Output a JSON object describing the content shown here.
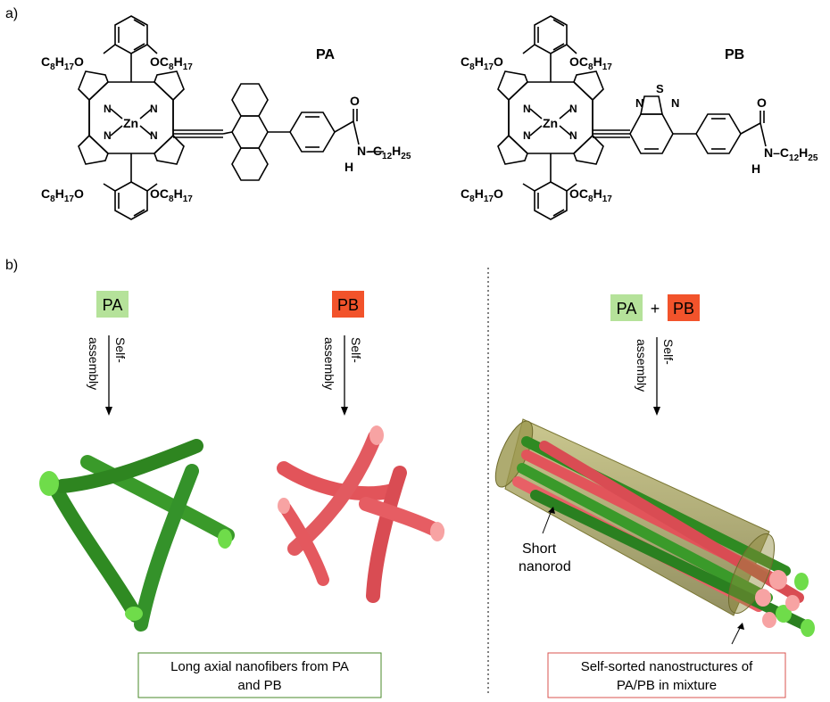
{
  "panel_a": {
    "label": "a)",
    "molecule_pa": {
      "name": "PA",
      "substituents": {
        "oc8h17": "OC",
        "c8h17o": "C",
        "sub_8": "8",
        "sub_17": "17",
        "o": "O"
      },
      "metal": "Zn",
      "n": "N",
      "amide": {
        "o": "O",
        "nh": "N",
        "h": "H",
        "chain": "C",
        "sub_12": "12",
        "sub_25": "25"
      }
    },
    "molecule_pb": {
      "name": "PB",
      "metal": "Zn",
      "thiadiazole": {
        "s": "S",
        "n": "N"
      }
    }
  },
  "panel_b": {
    "label": "b)",
    "pa_badge": "PA",
    "pb_badge": "PB",
    "plus": "+",
    "arrow_label_1": "Self-",
    "arrow_label_2": "assembly",
    "nanorod_label_1": "Short",
    "nanorod_label_2": "nanorod",
    "caption_left_1": "Long axial nanofibers from PA",
    "caption_left_2": "and PB",
    "caption_right_1": "Self-sorted nanostructures of",
    "caption_right_2": "PA/PB in mixture"
  },
  "colors": {
    "pa_badge_bg": "#b5e29a",
    "pb_badge_bg": "#f2532b",
    "green_fiber": "#3c9a2c",
    "green_fiber_cap": "#6fdc4a",
    "red_fiber": "#e8595f",
    "red_fiber_cap": "#f7a3a3",
    "left_caption_border": "#4a8a2a",
    "right_caption_border": "#d9534f",
    "rod_shell": "#8e8a3a"
  }
}
